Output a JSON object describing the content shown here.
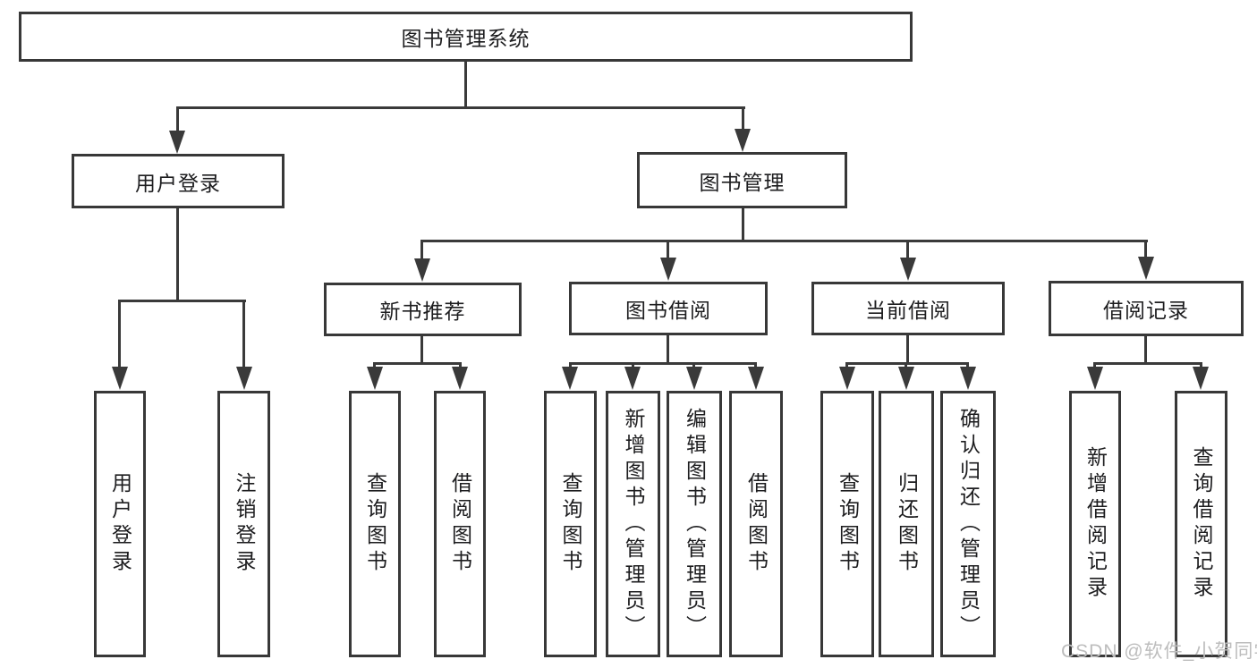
{
  "tree": {
    "label": "图书管理系统",
    "children": [
      {
        "label": "用户登录",
        "leaves": [
          "用户登录",
          "注销登录"
        ]
      },
      {
        "label": "图书管理",
        "children": [
          {
            "label": "新书推荐",
            "leaves": [
              "查询图书",
              "借阅图书"
            ]
          },
          {
            "label": "图书借阅",
            "leaves": [
              "查询图书",
              "新增图书（管理员）",
              "编辑图书（管理员）",
              "借阅图书"
            ]
          },
          {
            "label": "当前借阅",
            "leaves": [
              "查询图书",
              "归还图书",
              "确认归还（管理员）"
            ]
          },
          {
            "label": "借阅记录",
            "leaves": [
              "新增借阅记录",
              "查询借阅记录"
            ]
          }
        ]
      }
    ]
  },
  "watermark": {
    "text": "CSDN @软件_小贺同学"
  },
  "colors": {
    "line": "#3a3a3a",
    "border": "#383838",
    "text": "#1d1d1f",
    "watermark": "#bdbdbd",
    "bg": "#ffffff"
  }
}
